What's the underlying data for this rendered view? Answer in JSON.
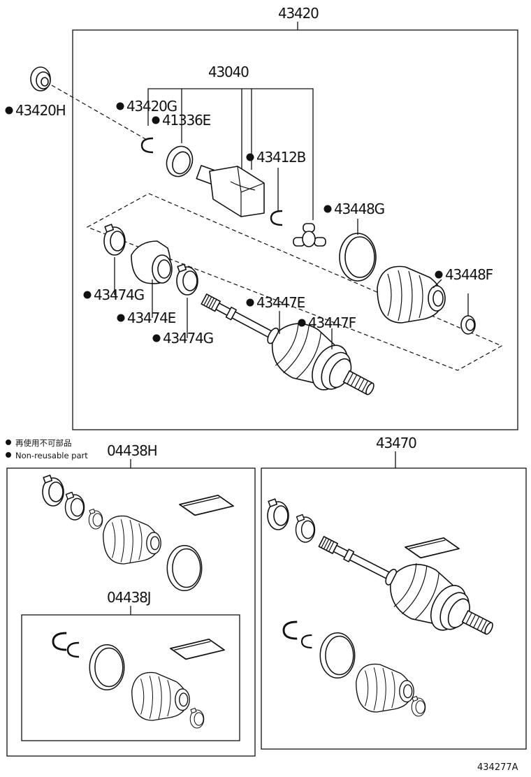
{
  "assembly": {
    "main_part": "43420",
    "inner_joint_part": "43040",
    "kit_outer": "04438H",
    "kit_inner": "04438J",
    "alt_shaft": "43470",
    "diagram_code": "434277A"
  },
  "callouts": [
    {
      "id": "c-43420H",
      "text": "43420H",
      "non_reusable": true
    },
    {
      "id": "c-43420G",
      "text": "43420G",
      "non_reusable": true
    },
    {
      "id": "c-41336E",
      "text": "41336E",
      "non_reusable": true
    },
    {
      "id": "c-43412B",
      "text": "43412B",
      "non_reusable": true
    },
    {
      "id": "c-43448G",
      "text": "43448G",
      "non_reusable": true
    },
    {
      "id": "c-43448F",
      "text": "43448F",
      "non_reusable": true
    },
    {
      "id": "c-43474G-a",
      "text": "43474G",
      "non_reusable": true
    },
    {
      "id": "c-43474E",
      "text": "43474E",
      "non_reusable": true
    },
    {
      "id": "c-43474G-b",
      "text": "43474G",
      "non_reusable": true
    },
    {
      "id": "c-43447E",
      "text": "43447E",
      "non_reusable": true
    },
    {
      "id": "c-43447F",
      "text": "43447F",
      "non_reusable": true
    }
  ],
  "legend": {
    "line_jp": "再使用不可部品",
    "line_en": "Non-reusable part"
  },
  "colors": {
    "ink": "#111111",
    "background": "#ffffff"
  }
}
